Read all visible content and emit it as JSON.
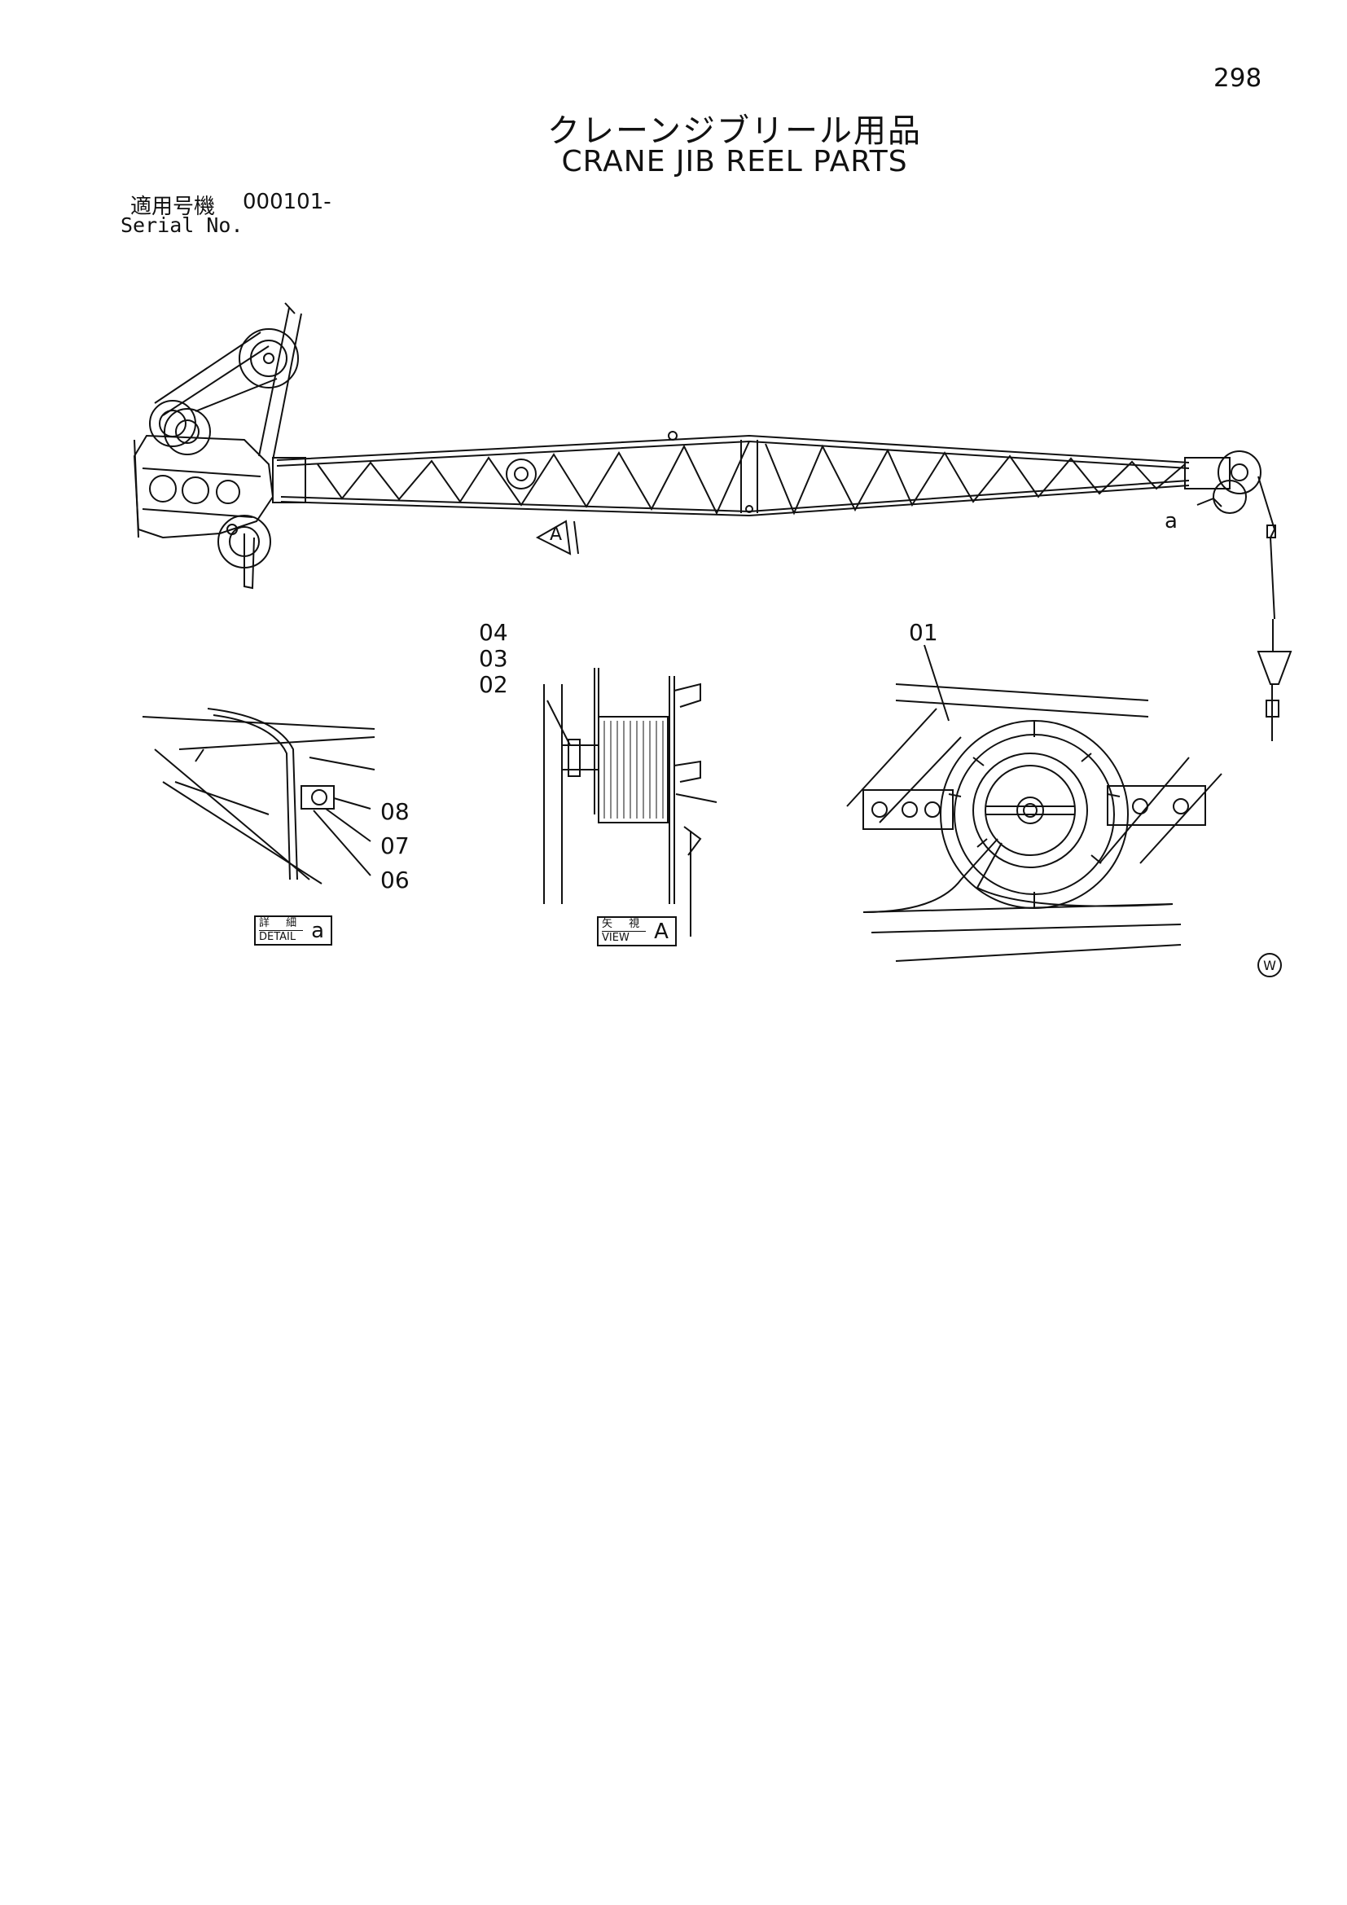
{
  "page_number": "298",
  "title_jp": "クレーンジブリール用品",
  "title_en": "CRANE JIB REEL PARTS",
  "serial": {
    "label_jp": "適用号機",
    "value": "000101-",
    "label_en": "Serial No."
  },
  "main_view": {
    "view_marker": "A",
    "detail_marker": "a"
  },
  "detail_a": {
    "callouts": [
      "08",
      "07",
      "06"
    ],
    "caption_jp": "詳 細",
    "caption_en": "DETAIL",
    "caption_letter": "a"
  },
  "view_a": {
    "callouts": [
      "04",
      "03",
      "02"
    ],
    "caption_jp": "矢 視",
    "caption_en": "VIEW",
    "caption_letter": "A"
  },
  "reel_view": {
    "callouts": [
      "01"
    ]
  },
  "footer_symbol": "W"
}
